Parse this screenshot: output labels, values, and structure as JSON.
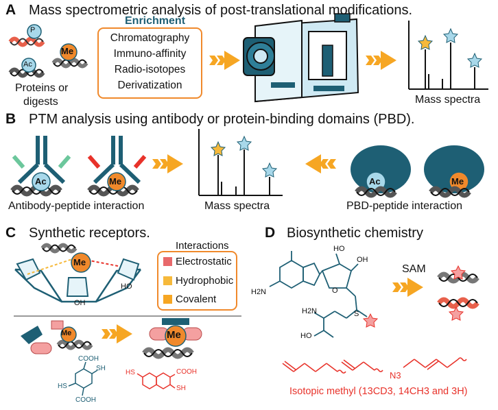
{
  "panels": {
    "a": {
      "letter": "A",
      "title": "Mass spectrometric analysis of post-translational modifications.",
      "enrichment_title": "Enrichment",
      "enrichment_items": [
        "Chromatography",
        "Immuno-affinity",
        "Radio-isotopes",
        "Derivatization"
      ],
      "proteins_label_line1": "Proteins or",
      "proteins_label_line2": "digests",
      "spectra_label": "Mass spectra",
      "badge_p": "P",
      "badge_ac": "Ac",
      "badge_me": "Me"
    },
    "b": {
      "letter": "B",
      "title": "PTM analysis using antibody or protein-binding domains (PBD).",
      "antibody_label": "Antibody-peptide interaction",
      "spectra_label": "Mass spectra",
      "pbd_label": "PBD-peptide interaction",
      "badge_ac": "Ac",
      "badge_me": "Me"
    },
    "c": {
      "letter": "C",
      "title": "Synthetic receptors.",
      "interactions_title": "Interactions",
      "legend": [
        {
          "label": "Electrostatic",
          "color": "#e8696b"
        },
        {
          "label": "Hydrophobic",
          "color": "#f6b93b"
        },
        {
          "label": "Covalent",
          "color": "#f6a623"
        }
      ],
      "badge_me": "Me",
      "oh": "OH",
      "ho": "HO",
      "cooh": "COOH",
      "sh": "SH",
      "hs": "HS"
    },
    "d": {
      "letter": "D",
      "title": "Biosynthetic chemistry",
      "sam_label": "SAM",
      "isotopic_label": "Isotopic methyl (13CD3, 14CH3 and 3H)",
      "chem": {
        "ho1": "HO",
        "oh1": "OH",
        "h2n_top": "H2N",
        "h2n": "H2N",
        "hooc": "HO",
        "o": "O",
        "s": "S",
        "n3": "N3"
      }
    }
  },
  "colors": {
    "teal": "#1e5f74",
    "orange": "#f0892b",
    "arrow": "#f6a623",
    "red": "#e8322a",
    "lightblue": "#a8d8ea",
    "pink": "#e8696b",
    "green": "#6cc79c"
  }
}
